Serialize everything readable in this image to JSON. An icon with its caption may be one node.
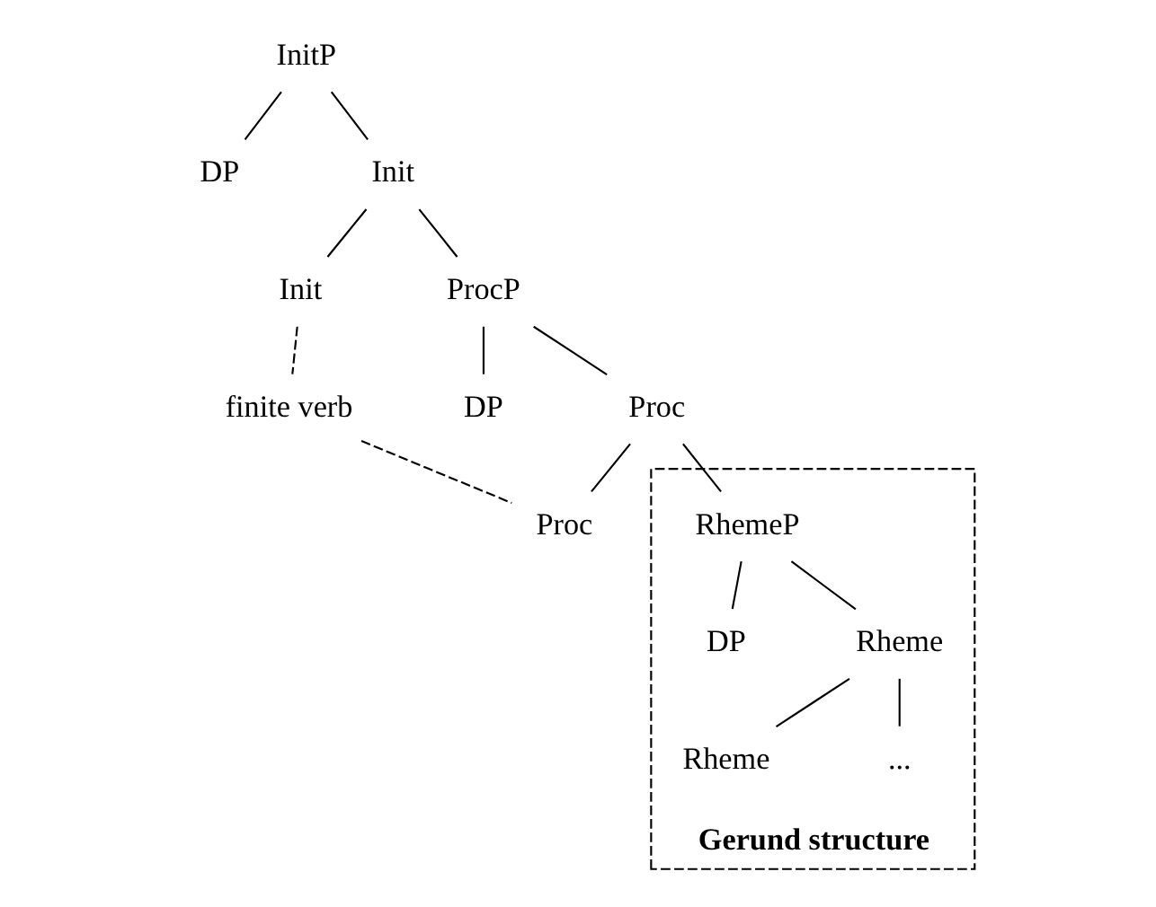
{
  "diagram": {
    "nodes": [
      {
        "text": [
          "InitP"
        ]
      },
      {
        "text": [
          "DP"
        ]
      },
      {
        "text": [
          "Init"
        ]
      },
      {
        "text": [
          "Init"
        ]
      },
      {
        "text": [
          "ProcP"
        ]
      },
      {
        "text": [
          "DP"
        ]
      },
      {
        "text": [
          "Proc"
        ]
      },
      {
        "text": [
          "Proc"
        ]
      },
      {
        "text": [
          "Gerund structure"
        ]
      },
      {
        "text": [
          "RhemeP"
        ],
        "in": 8
      },
      {
        "text": [
          "DP"
        ],
        "in": 8
      },
      {
        "text": [
          "Rheme"
        ],
        "in": 8
      },
      {
        "text": [
          "Rheme"
        ],
        "in": 8
      },
      {
        "text": [
          "..."
        ],
        "in": 8
      },
      {
        "text": [
          "finite verb"
        ]
      }
    ],
    "edges": [
      {
        "from": 0,
        "to": 1,
        "arrow": "none"
      },
      {
        "from": 0,
        "to": 2,
        "arrow": "none"
      },
      {
        "from": 2,
        "to": 3,
        "arrow": "none"
      },
      {
        "from": 2,
        "to": 4,
        "arrow": "none"
      },
      {
        "from": 4,
        "to": 5,
        "arrow": "none"
      },
      {
        "from": 4,
        "to": 6,
        "arrow": "none"
      },
      {
        "from": 6,
        "to": 7,
        "arrow": "none"
      },
      {
        "from": 6,
        "to": 9,
        "arrow": "none"
      },
      {
        "from": 9,
        "to": 10,
        "arrow": "none"
      },
      {
        "from": 9,
        "to": 11,
        "arrow": "none"
      },
      {
        "from": 11,
        "to": 12,
        "arrow": "none"
      },
      {
        "from": 11,
        "to": 13,
        "arrow": "none"
      },
      {
        "from": 3,
        "to": 14,
        "arrow": "none",
        "style": "dashed"
      },
      {
        "from": 14,
        "to": 7,
        "arrow": "none",
        "style": "dashed"
      }
    ]
  }
}
